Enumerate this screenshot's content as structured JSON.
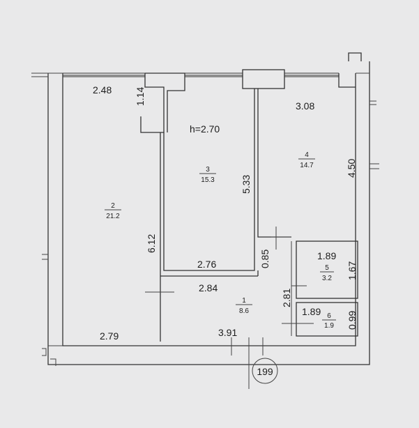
{
  "plan": {
    "ceiling_height": "h=2.70",
    "section_marker": "199",
    "rooms": [
      {
        "number": "1",
        "area": "8.6"
      },
      {
        "number": "2",
        "area": "21.2"
      },
      {
        "number": "3",
        "area": "15.3"
      },
      {
        "number": "4",
        "area": "14.7"
      },
      {
        "number": "5",
        "area": "3.2"
      },
      {
        "number": "6",
        "area": "1.9"
      }
    ],
    "dimensions": {
      "room2_top": "2.48",
      "niche_height": "1.14",
      "room4_top": "3.08",
      "room3_height": "5.33",
      "room4_height": "4.50",
      "room2_height": "6.12",
      "room3_bottom": "2.76",
      "wall_offset": "0.85",
      "room5_width": "1.89",
      "room5_height": "1.67",
      "hall_width": "2.84",
      "hall_height": "2.81",
      "room6_width": "1.89",
      "room6_height": "0.99",
      "room2_bottom": "2.79",
      "hall_bottom": "3.91"
    }
  }
}
